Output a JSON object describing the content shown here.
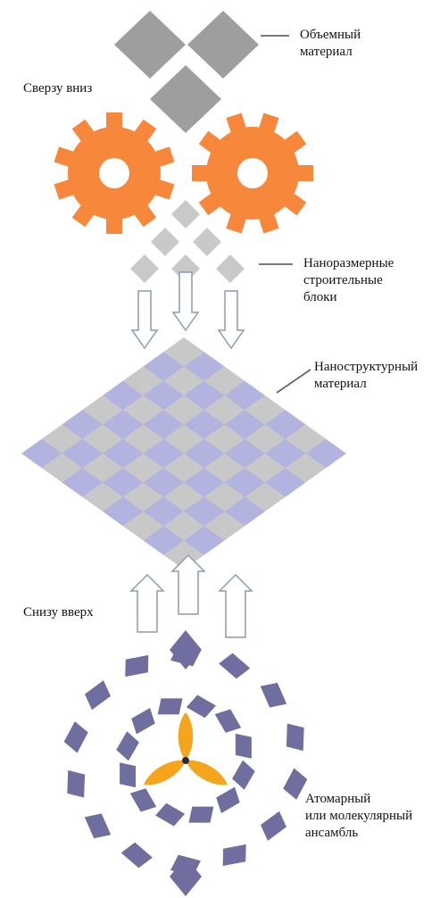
{
  "labels": {
    "top_down": "Сверзу вниз",
    "bottom_up": "Снизу вверх",
    "bulk": [
      "Объемный",
      "материал"
    ],
    "blocks": [
      "Наноразмерные",
      "строительные",
      "блоки"
    ],
    "nanostructured": [
      "Наноструктурный",
      "материал"
    ],
    "atomic": [
      "Атомарный",
      "или молекулярный",
      "ансамбль"
    ]
  },
  "colors": {
    "diamond_gray": "#9e9e9e",
    "gear_orange": "#f7873a",
    "block_gray": "#c9c9c9",
    "tile_gray": "#c8c8c8",
    "tile_lavender": "#b3b3e0",
    "arrow_outline": "#8b9bb2",
    "molecule_tile": "#6f6e9e",
    "propeller": "#f5a51c",
    "leader_line": "#666666"
  },
  "icons": [
    "gear-icon",
    "arrow-down-icon",
    "arrow-up-icon",
    "propeller-icon"
  ]
}
